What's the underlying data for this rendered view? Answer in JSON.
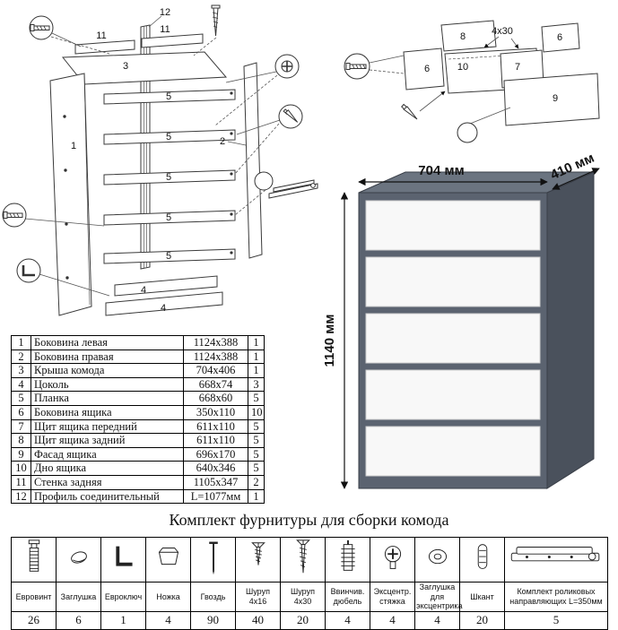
{
  "main_diagram": {
    "labels": {
      "p12": "12",
      "p11": "11",
      "p3": "3",
      "p1": "1",
      "p2": "2",
      "p5": "5",
      "p4": "4"
    }
  },
  "drawer_diagram": {
    "labels": {
      "p8": "8",
      "screw_size": "4x30",
      "p6": "6",
      "p10": "10",
      "p7": "7",
      "p9": "9"
    }
  },
  "dresser": {
    "dim_width": "704 мм",
    "dim_depth": "410 мм",
    "dim_height": "1140 мм",
    "colors": {
      "body": "#5b6370",
      "top": "#6b7480",
      "side": "#4a515c",
      "drawer": "#f8f8f8"
    }
  },
  "parts_table": {
    "rows": [
      {
        "num": "1",
        "name": "Боковина левая",
        "size": "1124x388",
        "qty": "1"
      },
      {
        "num": "2",
        "name": "Боковина правая",
        "size": "1124x388",
        "qty": "1"
      },
      {
        "num": "3",
        "name": "Крыша комода",
        "size": "704x406",
        "qty": "1"
      },
      {
        "num": "4",
        "name": "Цоколь",
        "size": "668x74",
        "qty": "3"
      },
      {
        "num": "5",
        "name": "Планка",
        "size": "668x60",
        "qty": "5"
      },
      {
        "num": "6",
        "name": "Боковина ящика",
        "size": "350x110",
        "qty": "10"
      },
      {
        "num": "7",
        "name": "Щит ящика передний",
        "size": "611x110",
        "qty": "5"
      },
      {
        "num": "8",
        "name": "Щит ящика задний",
        "size": "611x110",
        "qty": "5"
      },
      {
        "num": "9",
        "name": "Фасад ящика",
        "size": "696x170",
        "qty": "5"
      },
      {
        "num": "10",
        "name": "Дно ящика",
        "size": "640x346",
        "qty": "5"
      },
      {
        "num": "11",
        "name": "Стенка задняя",
        "size": "1105x347",
        "qty": "2"
      },
      {
        "num": "12",
        "name": "Профиль соединительный",
        "size": "L=1077мм",
        "qty": "1"
      }
    ]
  },
  "hardware": {
    "title": "Комплект фурнитуры для сборки комода",
    "items": [
      {
        "name": "Евровинт",
        "qty": "26"
      },
      {
        "name": "Заглушка",
        "qty": "6"
      },
      {
        "name": "Евроключ",
        "qty": "1"
      },
      {
        "name": "Ножка",
        "qty": "4"
      },
      {
        "name": "Гвоздь",
        "qty": "90"
      },
      {
        "name": "Шуруп 4x16",
        "qty": "40"
      },
      {
        "name": "Шуруп 4x30",
        "qty": "20"
      },
      {
        "name": "Ввинчив. дюбель",
        "qty": "4"
      },
      {
        "name": "Эксцентр. стяжка",
        "qty": "4"
      },
      {
        "name": "Заглушка для эксцентрика",
        "qty": "4"
      },
      {
        "name": "Шкант",
        "qty": "20"
      },
      {
        "name": "Комплект роликовых направляющих L=350мм",
        "qty": "5"
      }
    ]
  }
}
